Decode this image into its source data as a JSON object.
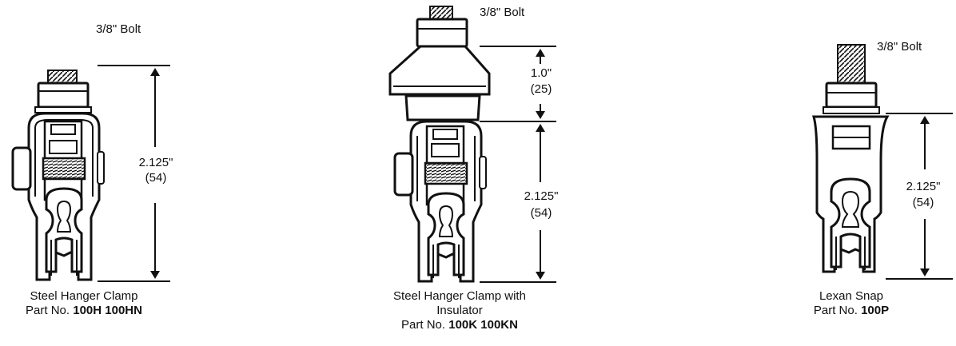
{
  "figures": [
    {
      "bolt_label": "3/8\" Bolt",
      "dim": {
        "value": "2.125\"",
        "metric": "(54)"
      },
      "caption": {
        "line1": "Steel Hanger Clamp",
        "part_prefix": "Part No.",
        "parts": "100H  100HN"
      }
    },
    {
      "bolt_label": "3/8\" Bolt",
      "insulator_dim": {
        "value": "1.0\"",
        "metric": "(25)"
      },
      "dim": {
        "value": "2.125\"",
        "metric": "(54)"
      },
      "caption": {
        "line1": "Steel Hanger Clamp with",
        "line2": "Insulator",
        "part_prefix": "Part No.",
        "parts": "100K  100KN"
      }
    },
    {
      "bolt_label": "3/8\" Bolt",
      "dim": {
        "value": "2.125\"",
        "metric": "(54)"
      },
      "caption": {
        "line1": "Lexan Snap",
        "part_prefix": "Part No.",
        "parts": "100P"
      }
    }
  ],
  "colors": {
    "ink": "#111111",
    "paper": "#ffffff",
    "shade": "#8a8a8a"
  },
  "icons": [
    "steel-hanger-clamp-drawing",
    "insulated-hanger-clamp-drawing",
    "lexan-snap-drawing"
  ]
}
